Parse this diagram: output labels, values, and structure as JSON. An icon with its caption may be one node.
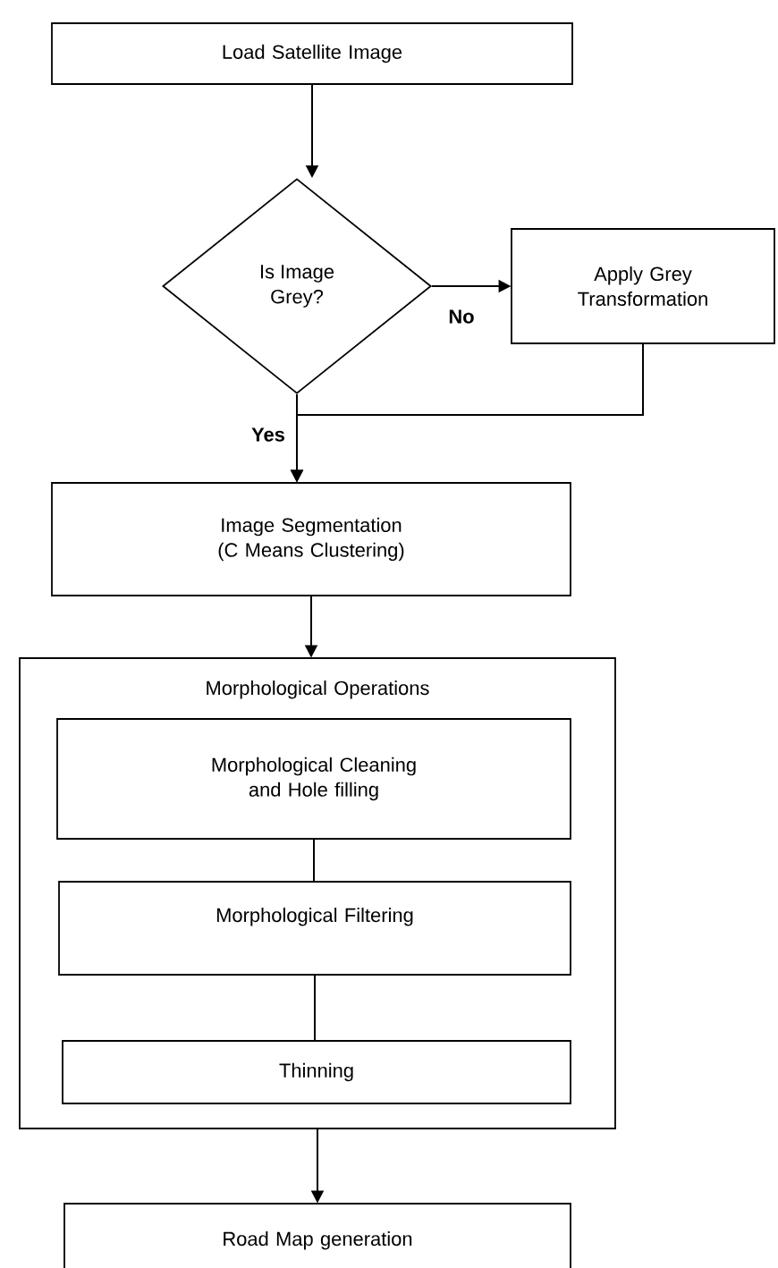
{
  "diagram": {
    "nodes": [
      {
        "text": [
          "Load Satellite Image"
        ]
      },
      {
        "text": [
          "Is Image Grey?"
        ]
      },
      {
        "text": [
          "Apply Grey Transformation"
        ]
      },
      {
        "text": [
          "Image Segmentation (C Means Clustering)"
        ]
      },
      {
        "text": [
          "Morphological Operations"
        ]
      },
      {
        "text": [
          "Morphological Cleaning and Hole filling"
        ],
        "in": 4
      },
      {
        "text": [
          "Morphological Filtering"
        ],
        "in": 4
      },
      {
        "text": [
          "Thinning"
        ],
        "in": 4
      },
      {
        "text": [
          "Road Map generation"
        ]
      }
    ],
    "edges": [
      {
        "from": 0,
        "to": 1,
        "arrow": "to"
      },
      {
        "from": 1,
        "to": 2,
        "arrow": "to",
        "label": "No"
      },
      {
        "from": 2,
        "to": 3,
        "arrow": "to"
      },
      {
        "from": 1,
        "to": 3,
        "arrow": "to",
        "label": "Yes"
      },
      {
        "from": 3,
        "to": 4,
        "arrow": "to"
      },
      {
        "from": 5,
        "to": 6,
        "arrow": "none"
      },
      {
        "from": 6,
        "to": 7,
        "arrow": "none"
      },
      {
        "from": 4,
        "to": 8,
        "arrow": "to"
      }
    ]
  }
}
